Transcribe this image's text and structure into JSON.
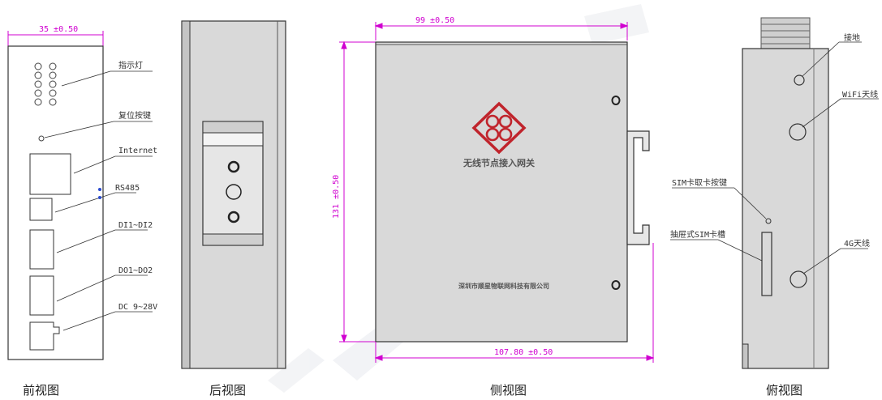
{
  "captions": {
    "front": "前视图",
    "back": "后视图",
    "side": "侧视图",
    "top": "俯视图"
  },
  "front_view": {
    "width_dim": "35 ±0.50",
    "labels": {
      "indicator": "指示灯",
      "reset": "复位按键",
      "internet": "Internet",
      "rs485": "RS485",
      "di": "DI1~DI2",
      "do": "DO1~DO2",
      "power": "DC 9~28V"
    }
  },
  "side_view": {
    "width_dim": "99 ±0.50",
    "height_dim": "131 ±0.50",
    "depth_dim": "107.80 ±0.50",
    "product_name": "无线节点接入网关",
    "company": "深圳市顺星物联网科技有限公司"
  },
  "top_view": {
    "labels": {
      "ground": "接地",
      "wifi": "WiFi天线",
      "sim_eject": "SIM卡取卡按键",
      "sim_slot": "抽屉式SIM卡槽",
      "antenna_4g": "4G天线"
    }
  },
  "colors": {
    "dimension": "#d000d0",
    "logo": "#c0242c",
    "panel": "#d9d9d9"
  }
}
